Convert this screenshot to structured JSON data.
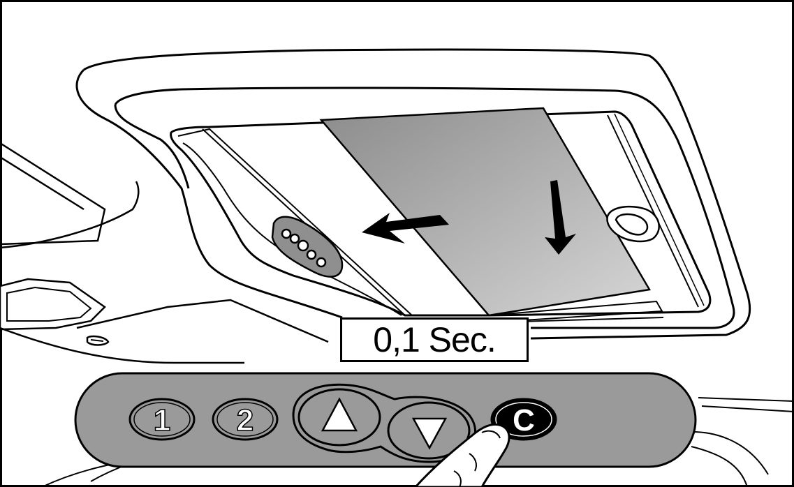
{
  "caption": {
    "duration_label": "0,1 Sec."
  },
  "control_panel": {
    "buttons": [
      {
        "id": "memory-1",
        "label": "1"
      },
      {
        "id": "memory-2",
        "label": "2"
      },
      {
        "id": "up",
        "icon": "triangle-up-icon"
      },
      {
        "id": "down",
        "icon": "triangle-down-icon"
      },
      {
        "id": "close",
        "label": "C",
        "pressed": true
      }
    ]
  },
  "sunroof": {
    "motion_arrows": [
      "arrow-left-icon",
      "arrow-down-icon"
    ],
    "switch_dots": 5
  },
  "colors": {
    "line": "#000000",
    "panel_gray": "#9a9a9a",
    "glass_gray": "#b5b5b5",
    "pressed_button": "#000000"
  }
}
